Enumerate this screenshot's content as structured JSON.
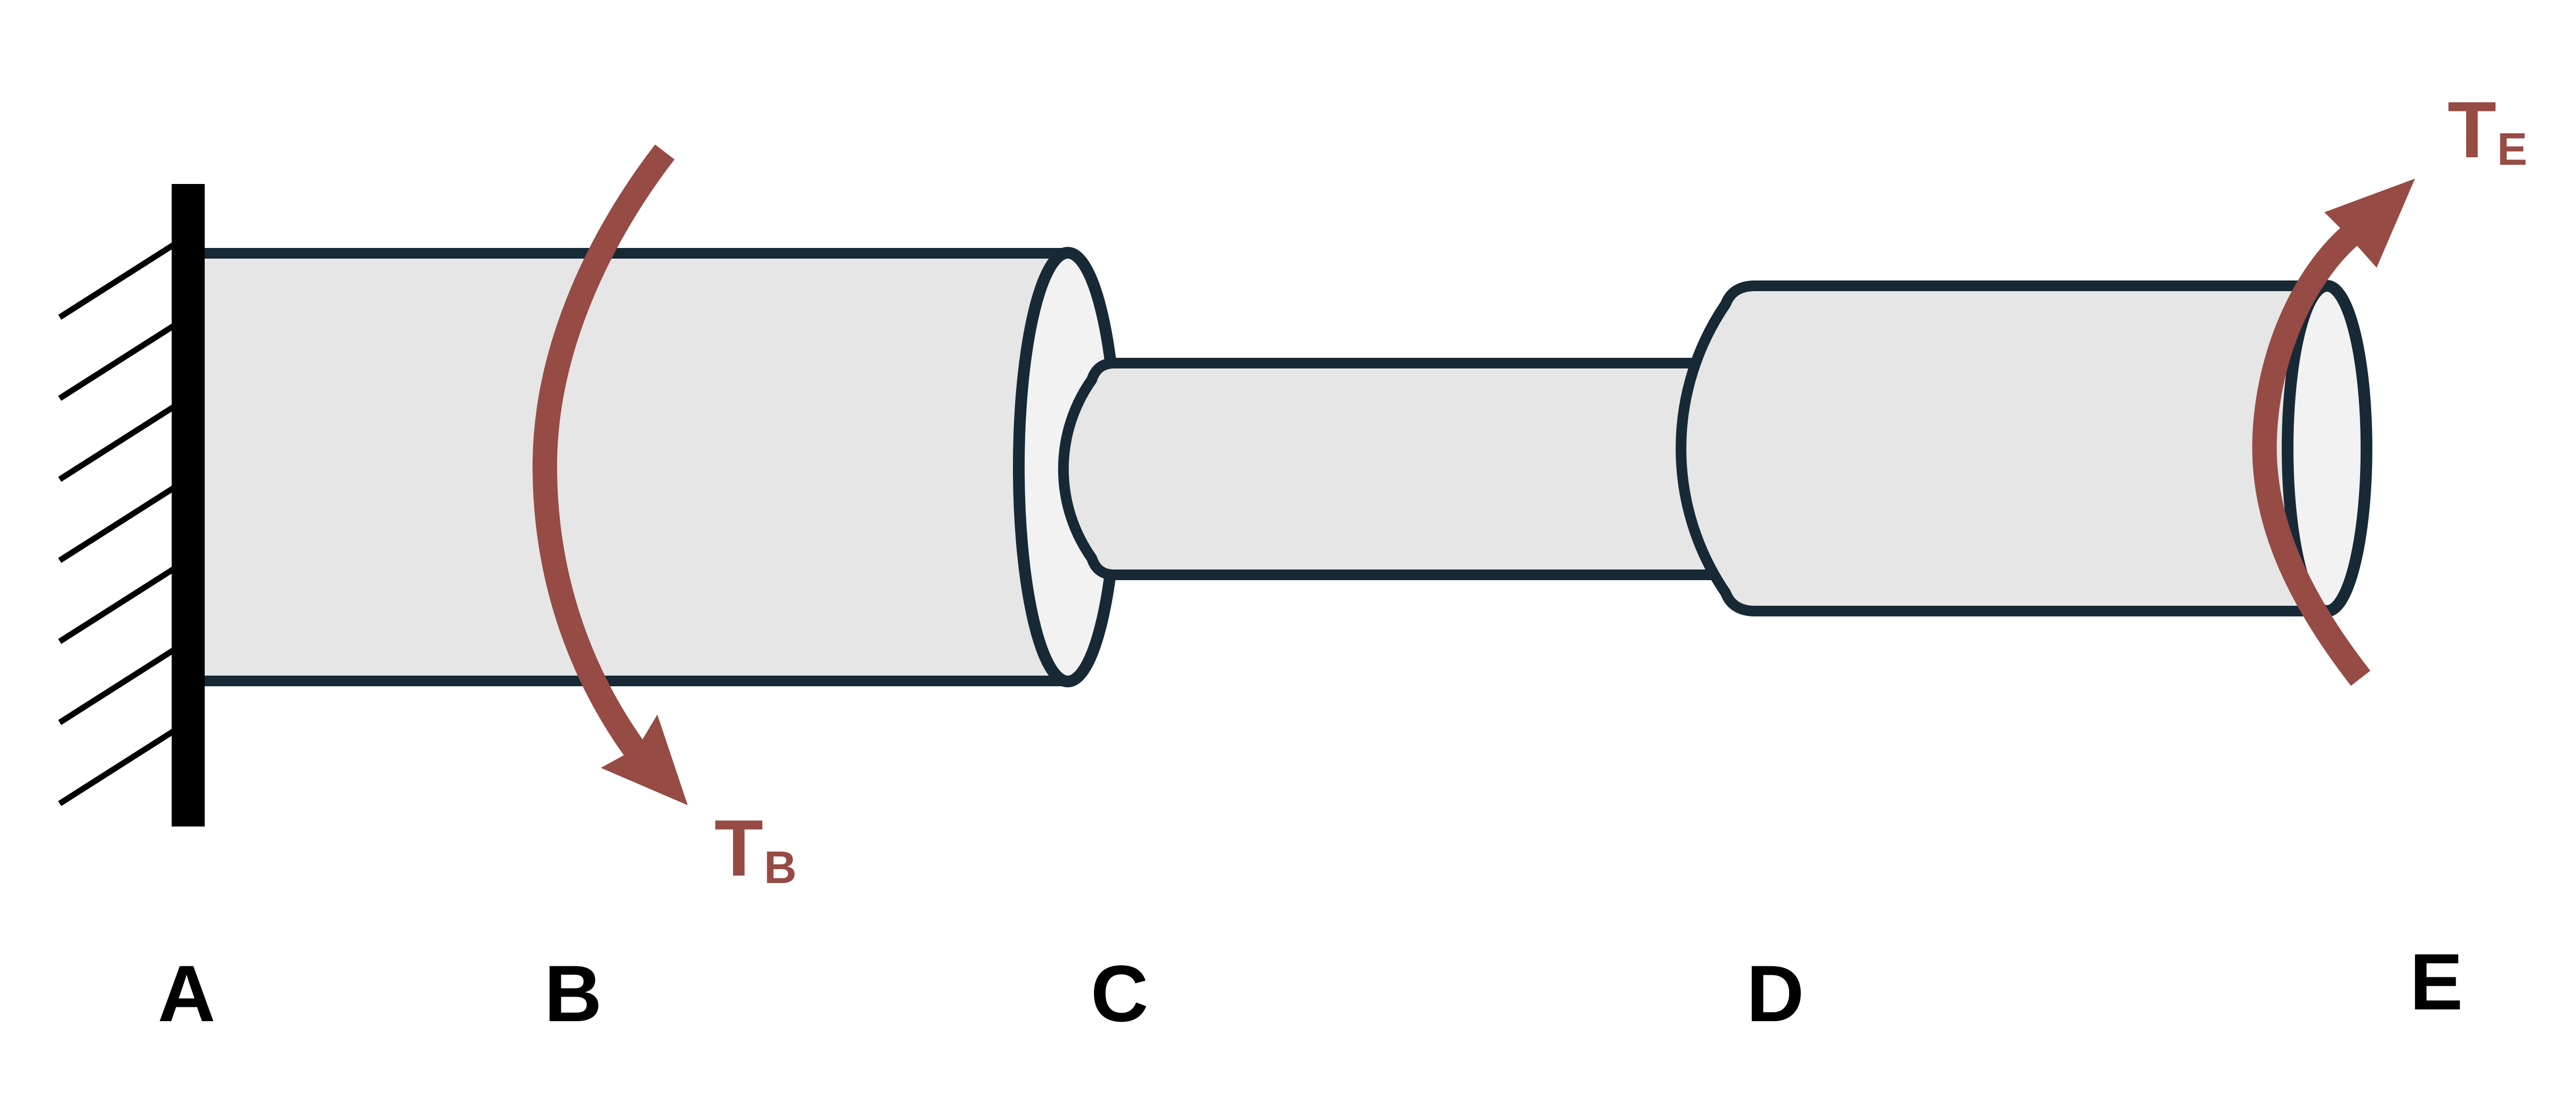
{
  "colors": {
    "background": "#ffffff",
    "outline": "#172935",
    "shaft-fill": "#e6e6e6",
    "cap-fill": "#f2f2f2",
    "torque": "#964b44",
    "support": "#000000",
    "label": "#000000"
  },
  "section_labels": [
    "A",
    "B",
    "C",
    "D",
    "E"
  ],
  "torques": {
    "at_b": {
      "symbol": "T",
      "subscript": "B"
    },
    "at_e": {
      "symbol": "T",
      "subscript": "E"
    }
  }
}
